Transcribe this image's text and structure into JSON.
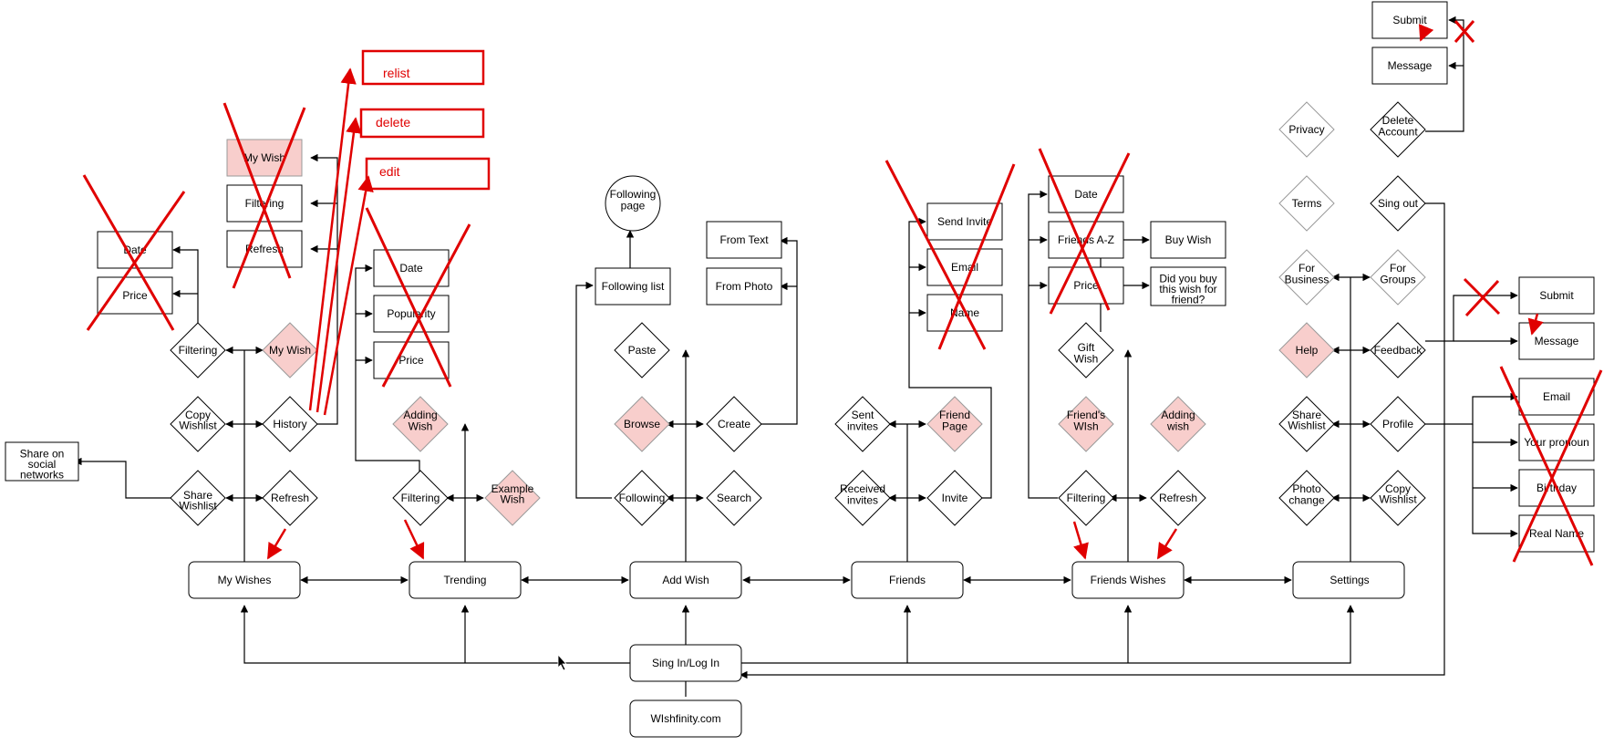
{
  "main_nodes": [
    {
      "id": "my-wishes",
      "label": "My Wishes"
    },
    {
      "id": "trending",
      "label": "Trending"
    },
    {
      "id": "add-wish",
      "label": "Add Wish"
    },
    {
      "id": "friends",
      "label": "Friends"
    },
    {
      "id": "friends-wishes",
      "label": "Friends Wishes"
    },
    {
      "id": "settings",
      "label": "Settings"
    },
    {
      "id": "sign-in",
      "label": "Sing In/Log In"
    },
    {
      "id": "site",
      "label": "WIshfinity.com"
    }
  ],
  "my_wishes": {
    "filtering": "Filtering",
    "my_wish": "My Wish",
    "copy_wishlist": "Copy Wishlist",
    "history": "History",
    "share_wishlist": "Share Wishlist",
    "refresh": "Refresh",
    "share_social": "Share on social networks",
    "date": "Date",
    "price": "Price",
    "history_my_wish": "My Wish",
    "history_filtering": "Filtering",
    "history_refresh": "Refresh"
  },
  "trending": {
    "date": "Date",
    "popularity": "Popularity",
    "price": "Price",
    "adding_wish": "Adding Wish",
    "filtering": "Filtering",
    "example_wish": "Example Wish"
  },
  "add_wish": {
    "following_page": "Following page",
    "following_list": "Following list",
    "from_text": "From Text",
    "from_photo": "From Photo",
    "paste": "Paste",
    "browse": "Browse",
    "create": "Create",
    "following": "Following",
    "search": "Search"
  },
  "friends": {
    "send_invite": "Send Invite",
    "email": "Email",
    "name": "Name",
    "sent_invites": "Sent invites",
    "friend_page": "Friend Page",
    "received_invites": "Received invites",
    "invite": "Invite"
  },
  "friends_wishes": {
    "date": "Date",
    "friends_az": "Friends A-Z",
    "price": "Price",
    "buy_wish": "Buy Wish",
    "did_you_buy": "Did you buy this wish for friend?",
    "gift_wish": "Gift Wish",
    "friends_wish": "Friend's WIsh",
    "adding_wish": "Adding wish",
    "filtering": "Filtering",
    "refresh": "Refresh"
  },
  "settings": {
    "submit": "Submit",
    "message": "Message",
    "privacy": "Privacy",
    "delete_account": "Delete Account",
    "terms": "Terms",
    "sign_out": "Sing out",
    "for_business": "For Business",
    "for_groups": "For Groups",
    "help": "Help",
    "feedback": "Feedback",
    "feedback_submit": "Submit",
    "feedback_message": "Message",
    "share_wishlist": "Share Wishlist",
    "profile": "Profile",
    "photo_change": "Photo change",
    "copy_wishlist": "Copy Wishlist",
    "email": "Email",
    "pronoun": "Your pronoun",
    "birthday": "Birthday",
    "real_name": "Real Name"
  },
  "annotations": {
    "relist": "relist",
    "delete": "delete",
    "edit": "edit"
  },
  "colors": {
    "highlight_fill": "#f8cecc",
    "gray_stroke": "#999999",
    "annotation_red": "#e00000",
    "line": "#000000"
  }
}
